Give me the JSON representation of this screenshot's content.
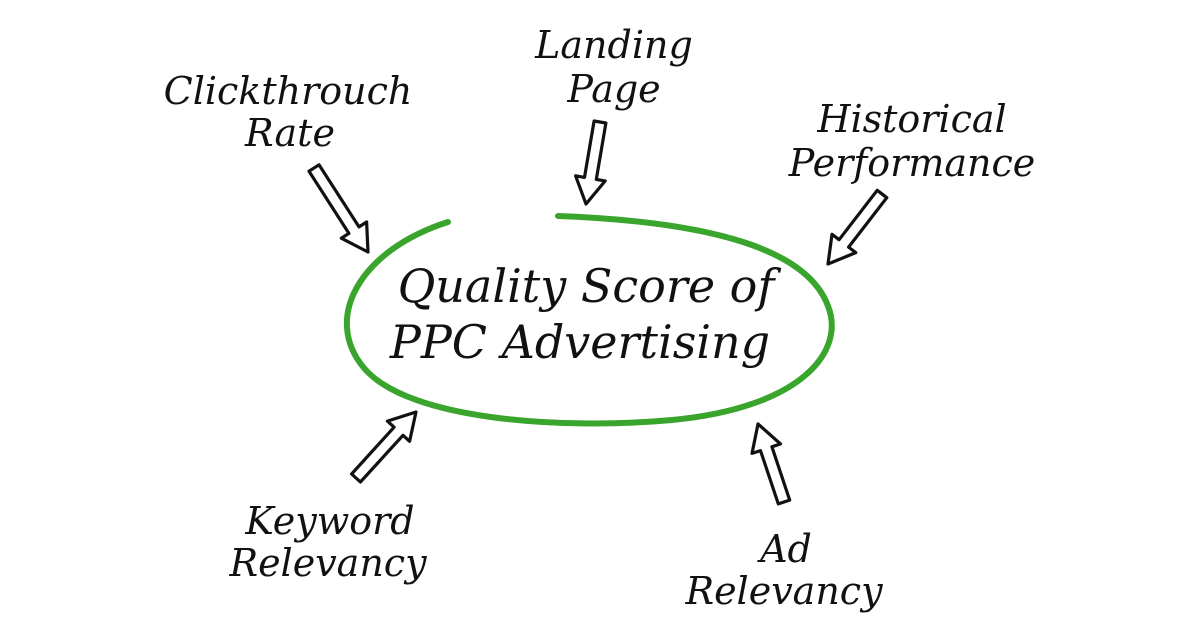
{
  "colors": {
    "background": "#ffffff",
    "ink": "#111111",
    "accent_green": "#3aa52d"
  },
  "center": {
    "line1": "Quality Score of",
    "line2": "PPC Advertising"
  },
  "factors": {
    "clickthrough": {
      "line1": "Clickthrouch",
      "line2": "Rate"
    },
    "landing": {
      "line1": "Landing",
      "line2": "Page"
    },
    "historical": {
      "line1": "Historical",
      "line2": "Performance"
    },
    "keyword": {
      "line1": "Keyword",
      "line2": "Relevancy"
    },
    "ad": {
      "line1": "Ad",
      "line2": "Relevancy"
    }
  }
}
